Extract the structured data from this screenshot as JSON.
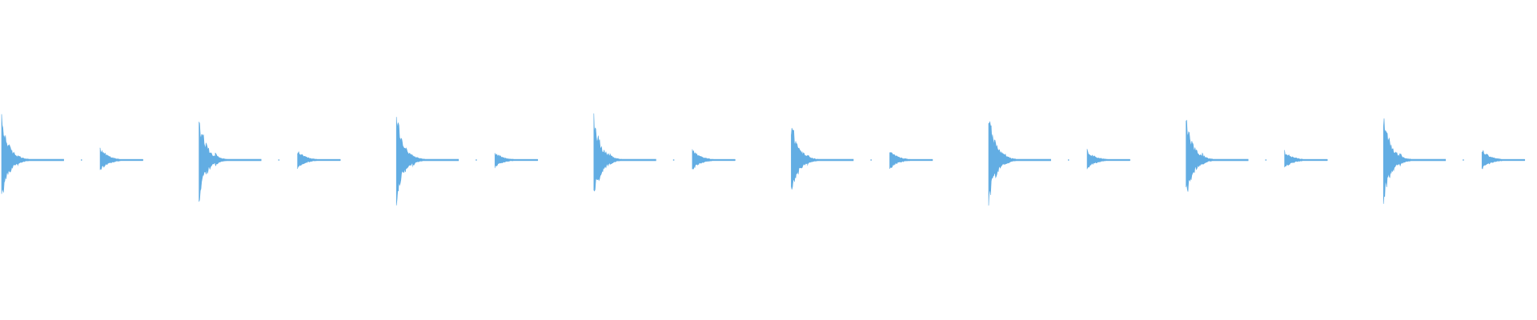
{
  "waveform": {
    "color": "#62ade3",
    "background": "#ffffff",
    "pattern": "kick-snare",
    "beats": [
      {
        "index": 1,
        "kick_level": 0.96,
        "snare_level": 0.29
      },
      {
        "index": 2,
        "kick_level": 1.0,
        "snare_level": 0.21
      },
      {
        "index": 3,
        "kick_level": 1.02,
        "snare_level": 0.19
      },
      {
        "index": 4,
        "kick_level": 1.0,
        "snare_level": 0.25
      },
      {
        "index": 5,
        "kick_level": 0.88,
        "snare_level": 0.23
      },
      {
        "index": 6,
        "kick_level": 1.08,
        "snare_level": 0.23
      },
      {
        "index": 7,
        "kick_level": 0.96,
        "snare_level": 0.21
      },
      {
        "index": 8,
        "kick_level": 1.06,
        "snare_level": 0.25
      }
    ]
  }
}
